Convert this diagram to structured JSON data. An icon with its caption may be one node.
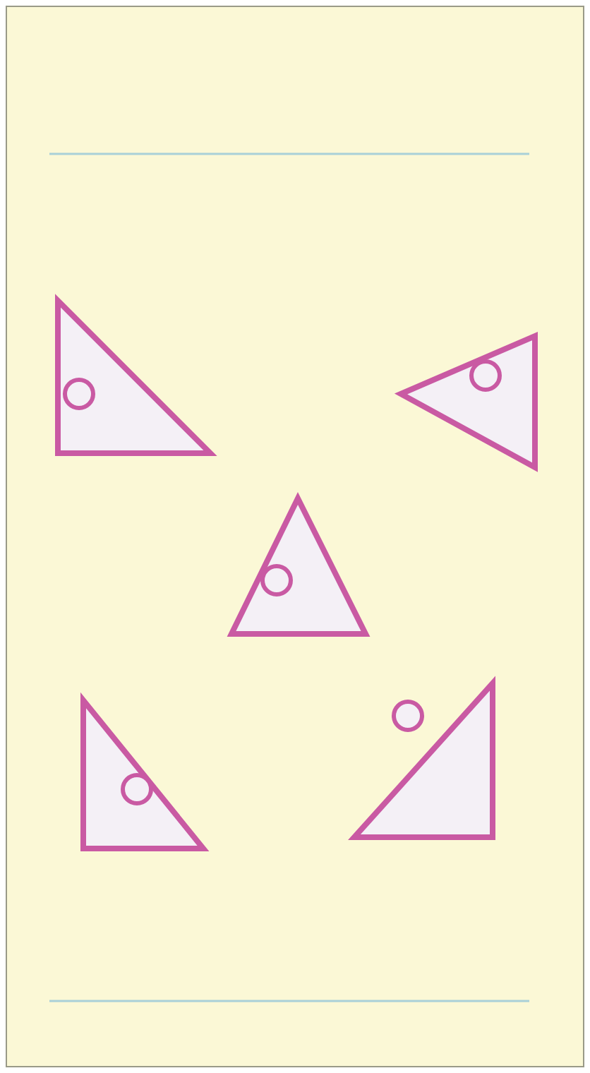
{
  "diagram": {
    "nodes": [
      {
        "text": [],
        "shape": "triangle"
      },
      {
        "text": [],
        "shape": "triangle"
      },
      {
        "text": [],
        "shape": "triangle"
      },
      {
        "text": [],
        "shape": "triangle"
      },
      {
        "text": [],
        "shape": "triangle"
      }
    ]
  }
}
